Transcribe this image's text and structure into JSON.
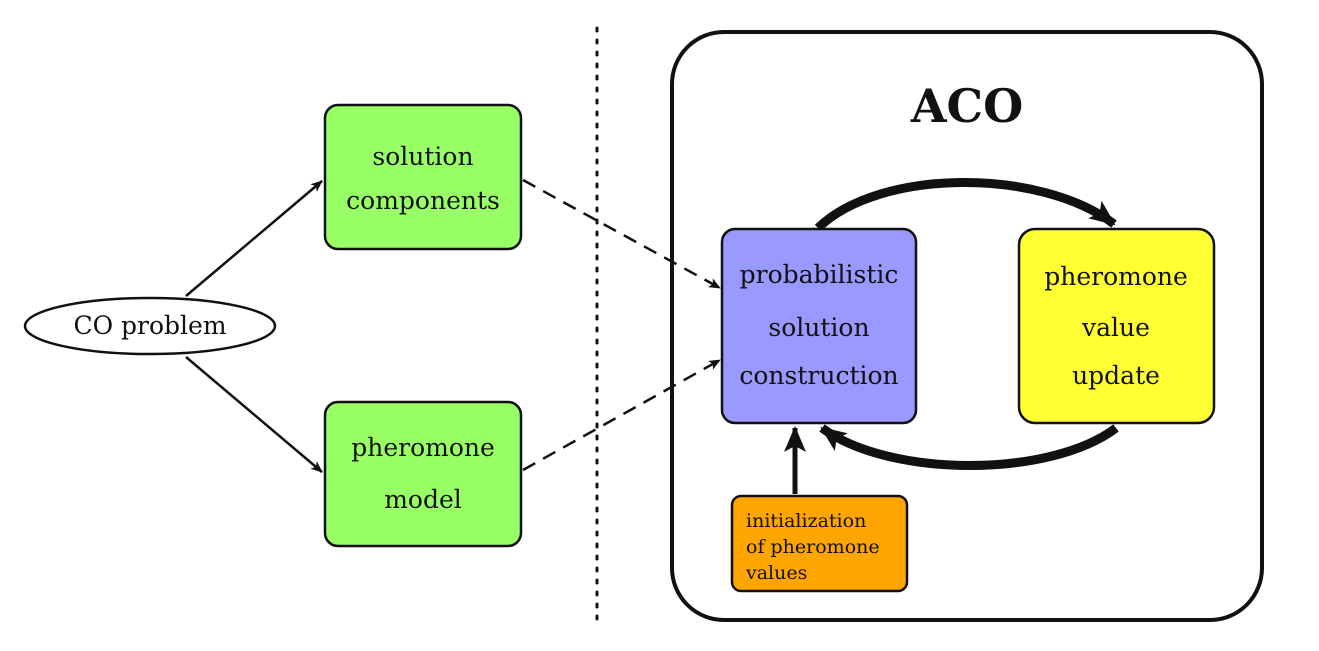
{
  "title": "ACO",
  "nodes": {
    "co_problem": {
      "label": "CO problem"
    },
    "solution_components": {
      "lines": [
        "solution",
        "components"
      ],
      "fill": "#99ff66"
    },
    "pheromone_model": {
      "lines": [
        "pheromone",
        "model"
      ],
      "fill": "#99ff66"
    },
    "probabilistic_construction": {
      "lines": [
        "probabilistic",
        "solution",
        "construction"
      ],
      "fill": "#9999ff"
    },
    "pheromone_update": {
      "lines": [
        "pheromone",
        "value",
        "update"
      ],
      "fill": "#ffff33"
    },
    "initialization": {
      "lines": [
        "initialization",
        "of pheromone",
        "values"
      ],
      "fill": "#ffa500"
    }
  },
  "colors": {
    "stroke": "#111111",
    "background": "#ffffff"
  }
}
